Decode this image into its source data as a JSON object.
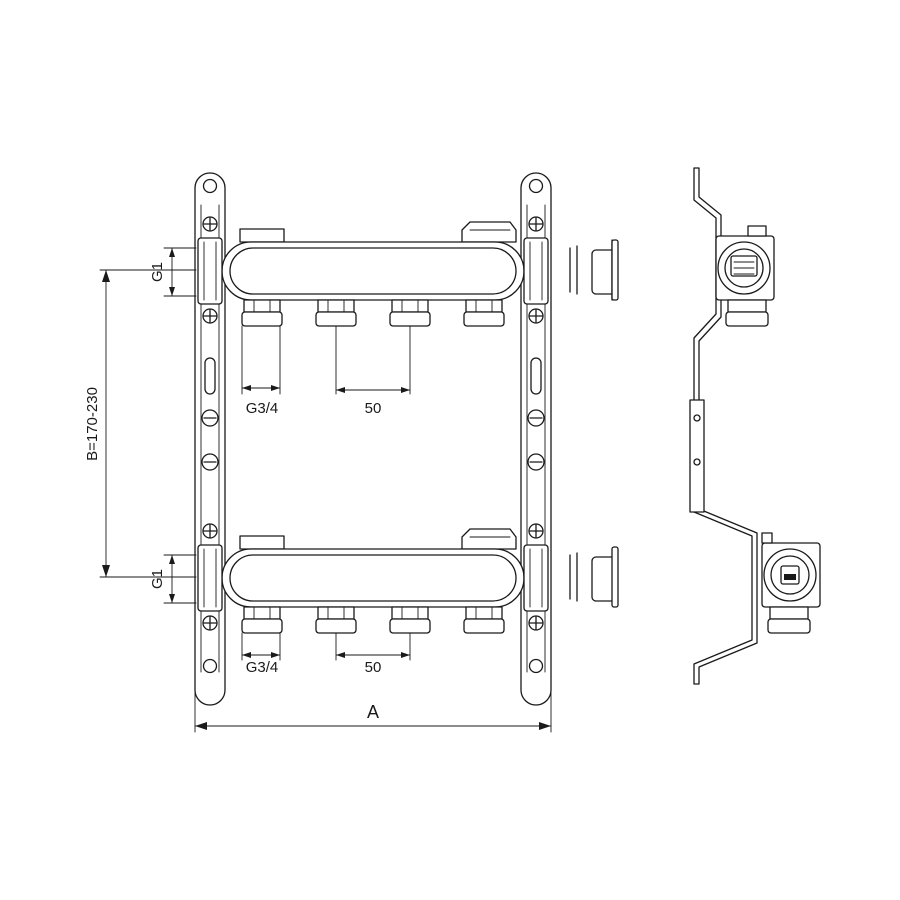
{
  "dimensions": {
    "width_label": "A",
    "height_label": "B=170-230",
    "inlet_top": "G1",
    "inlet_bottom": "G1",
    "outlet_top": "G3/4",
    "outlet_bottom": "G3/4",
    "pitch_top": "50",
    "pitch_bottom": "50"
  },
  "colors": {
    "stroke": "#1a1a1a",
    "background": "#ffffff"
  }
}
